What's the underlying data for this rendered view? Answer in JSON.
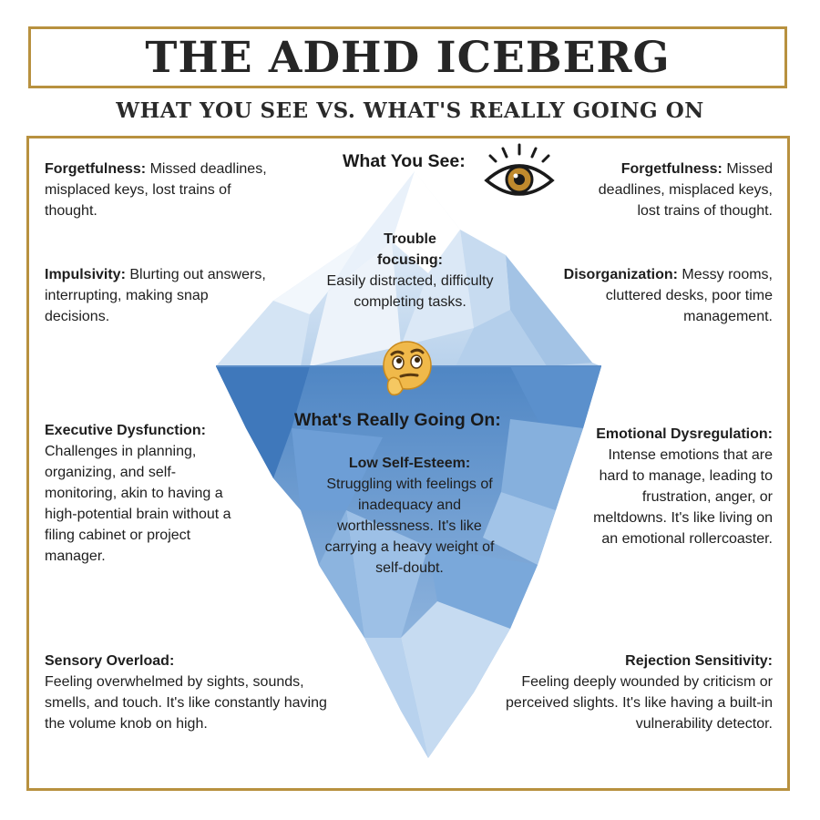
{
  "title": "THE ADHD ICEBERG",
  "subtitle": "WHAT YOU SEE VS. WHAT'S REALLY GOING ON",
  "headings": {
    "see": "What You See:",
    "going_on": "What's Really Going On:"
  },
  "icons": {
    "see": "eye-icon",
    "going_on": "thinking-face-icon"
  },
  "colors": {
    "gold": "#b8913f",
    "ice_light": "#e3eef8",
    "ice_blue": "#6c9fd4",
    "water_line": "#5d8fc9"
  },
  "top_left": [
    {
      "label": "Forgetfulness:",
      "text": " Missed deadlines, misplaced keys, lost trains of thought."
    },
    {
      "label": "Impulsivity:",
      "text": " Blurting out answers, interrupting, making snap decisions."
    }
  ],
  "top_right": [
    {
      "label": "Forgetfulness:",
      "text": " Missed deadlines, misplaced keys, lost trains of thought."
    },
    {
      "label": "Disorganization:",
      "text": " Messy rooms, cluttered desks, poor time management."
    }
  ],
  "tip": {
    "label": "Trouble focusing:",
    "text": "Easily distracted, difficulty completing tasks."
  },
  "center": {
    "label": "Low Self-Esteem:",
    "text": "Struggling with feelings of inadequacy and worthlessness. It's like carrying a heavy weight of self-doubt."
  },
  "bottom_left": [
    {
      "label": "Executive Dysfunction:",
      "text": "Challenges in planning, organizing, and self-monitoring, akin to having a high-potential brain without a filing cabinet or project manager."
    },
    {
      "label": "Sensory Overload:",
      "text": "Feeling overwhelmed by sights, sounds, smells, and touch. It's like constantly having the volume knob on high."
    }
  ],
  "bottom_right": [
    {
      "label": "Emotional Dysregulation:",
      "text": "Intense emotions that are hard to manage, leading to frustration, anger, or meltdowns. It's like living on an emotional rollercoaster."
    },
    {
      "label": "Rejection Sensitivity:",
      "text": "Feeling deeply wounded by criticism or perceived slights. It's like having a built-in vulnerability detector."
    }
  ]
}
